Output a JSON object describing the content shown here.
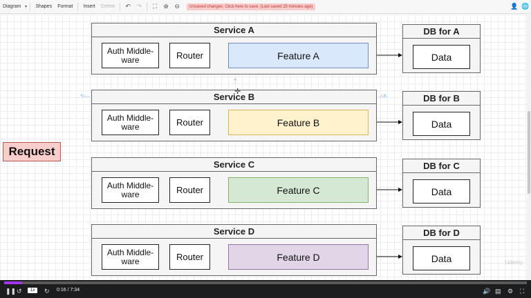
{
  "toolbar": {
    "diagram": "Diagram",
    "shapes": "Shapes",
    "format": "Format",
    "insert": "Insert",
    "delete": "Delete",
    "unsaved": "Unsaved changes. Click here to save. (Last saved 25 minutes ago)"
  },
  "icons": {
    "undo": "undo-icon",
    "redo": "redo-icon",
    "fullscreen": "fullscreen-icon",
    "zoom_in": "zoom-in-icon",
    "zoom_out": "zoom-out-icon",
    "user": "user-icon",
    "globe": "globe-icon"
  },
  "request_label": "Request",
  "services": [
    {
      "title": "Service A",
      "auth": "Auth Middle-ware",
      "router": "Router",
      "feature": "Feature A",
      "feature_color": "#dae8fc",
      "feature_border": "#6c8ebf",
      "db_title": "DB for A",
      "db": "Data"
    },
    {
      "title": "Service B",
      "auth": "Auth Middle-ware",
      "router": "Router",
      "feature": "Feature B",
      "feature_color": "#fff2cc",
      "feature_border": "#d6b656",
      "db_title": "DB for B",
      "db": "Data"
    },
    {
      "title": "Service C",
      "auth": "Auth Middle-ware",
      "router": "Router",
      "feature": "Feature C",
      "feature_color": "#d5e8d4",
      "feature_border": "#82b366",
      "db_title": "DB for C",
      "db": "Data"
    },
    {
      "title": "Service D",
      "auth": "Auth Middle-ware",
      "router": "Router",
      "feature": "Feature D",
      "feature_color": "#e1d5e7",
      "feature_border": "#9673a6",
      "db_title": "DB for D",
      "db": "Data"
    }
  ],
  "colors": {
    "request_fill": "#f8cecc",
    "progress": "#a435f0"
  },
  "watermark": "Udemy",
  "player": {
    "speed": "1x",
    "time": "0:16 / 7:34",
    "progress": 0.035
  }
}
